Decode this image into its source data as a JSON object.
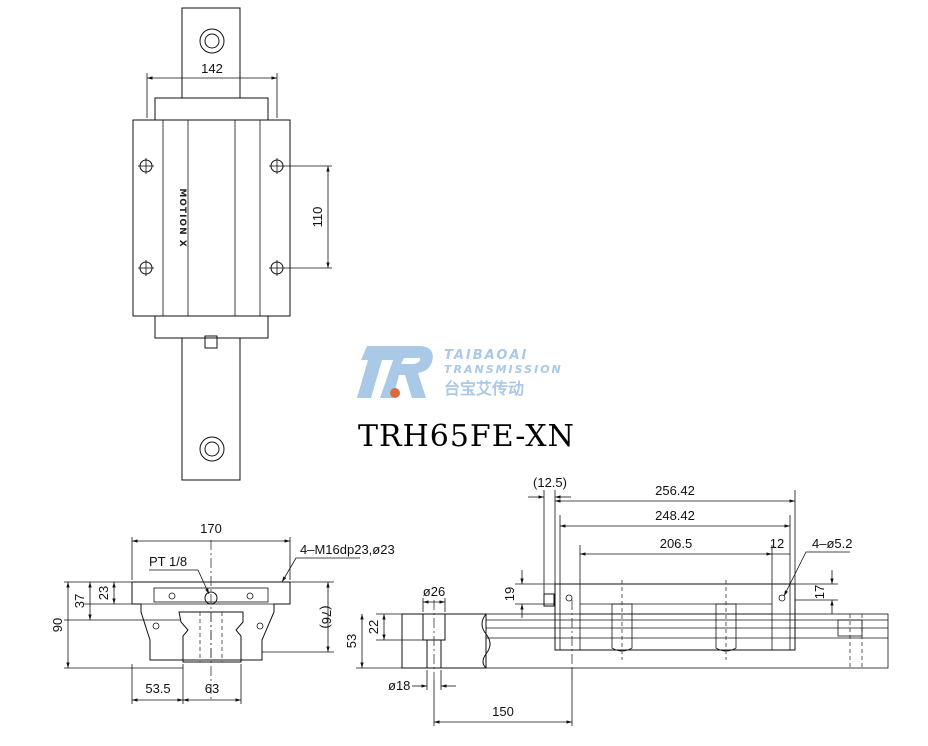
{
  "title": "TRH65FE-XN",
  "logo": {
    "name_en_1": "TAIBAOAI",
    "name_en_2": "TRANSMISSION",
    "name_cn": "台宝艾传动",
    "color": "#a9c9e6"
  },
  "brand_mark": "MOTION X",
  "top_view": {
    "width_dim": "142",
    "height_dim": "110"
  },
  "end_view": {
    "width_dim": "170",
    "port_label": "PT 1/8",
    "screw_label": "4–M16dp23,ø23",
    "dim_37": "37",
    "dim_23": "23",
    "dim_90": "90",
    "dim_76": "(76)",
    "dim_53_5": "53.5",
    "dim_63": "63"
  },
  "rail_section": {
    "dim_26": "ø26",
    "dim_22": "22",
    "dim_53": "53",
    "dim_18": "ø18",
    "dim_150": "150"
  },
  "side_view": {
    "dim_12_5": "(12.5)",
    "dim_256_42": "256.42",
    "dim_248_42": "248.42",
    "dim_206_5": "206.5",
    "dim_12": "12",
    "hole_label": "4–ø5.2",
    "dim_19": "19",
    "dim_17": "17"
  }
}
